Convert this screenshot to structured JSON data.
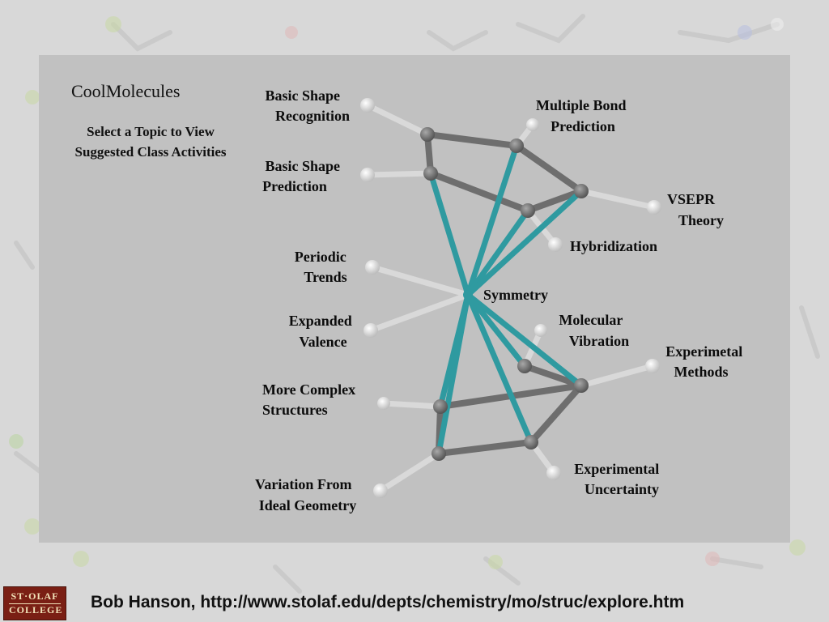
{
  "panel": {
    "title": "CoolMolecules",
    "subtitle_lines": [
      "Select a Topic to View",
      "Suggested Class Activities"
    ]
  },
  "topics": [
    {
      "id": "basic-shape-recognition",
      "lines": [
        "Basic Shape",
        "Recognition"
      ]
    },
    {
      "id": "multiple-bond-prediction",
      "lines": [
        "Multiple Bond",
        "Prediction"
      ]
    },
    {
      "id": "basic-shape-prediction",
      "lines": [
        "Basic Shape",
        "Prediction"
      ]
    },
    {
      "id": "vsepr-theory",
      "lines": [
        "VSEPR",
        "Theory"
      ]
    },
    {
      "id": "hybridization",
      "lines": [
        "Hybridization"
      ]
    },
    {
      "id": "periodic-trends",
      "lines": [
        "Periodic",
        "Trends"
      ]
    },
    {
      "id": "symmetry",
      "lines": [
        "Symmetry"
      ]
    },
    {
      "id": "expanded-valence",
      "lines": [
        "Expanded",
        "Valence"
      ]
    },
    {
      "id": "molecular-vibration",
      "lines": [
        "Molecular",
        "Vibration"
      ]
    },
    {
      "id": "experimental-methods",
      "lines": [
        "Experimetal",
        "Methods"
      ]
    },
    {
      "id": "more-complex-structures",
      "lines": [
        "More Complex",
        "Structures"
      ]
    },
    {
      "id": "experimental-uncertainty",
      "lines": [
        "Experimental",
        "Uncertainty"
      ]
    },
    {
      "id": "variation-from-ideal-geometry",
      "lines": [
        "Variation From",
        "Ideal Geometry"
      ]
    }
  ],
  "logo": {
    "line1": "ST·OLAF",
    "line2": "COLLEGE"
  },
  "footer": {
    "credit": "Bob Hanson, http://www.stolaf.edu/depts/chemistry/mo/struc/explore.htm"
  },
  "colors": {
    "carbon": "#6e6e6e",
    "hydrogen": "#ffffff",
    "center": "#2f9aa0",
    "panel": "#c1c1c1"
  }
}
